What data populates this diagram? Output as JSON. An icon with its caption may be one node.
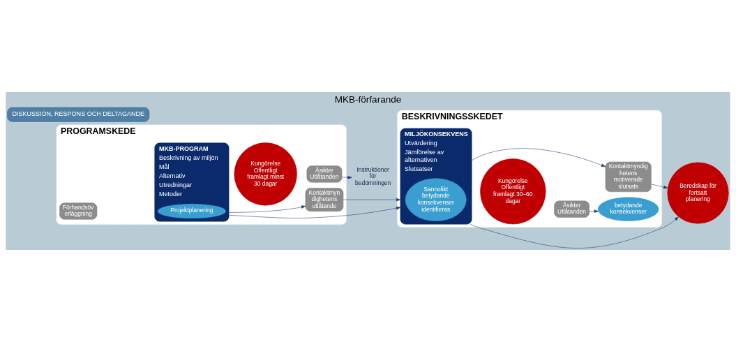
{
  "diagram": {
    "title": "MKB-förfarande",
    "nodes": [
      {
        "text": [
          "PROGRAMSKEDE"
        ]
      },
      {
        "text": [
          "Förhandsöv erläggning"
        ],
        "in": 0
      },
      {
        "text": [
          "MKB-PROGRAM",
          "Beskrivning av miljön",
          "Mål",
          "Alternativ",
          "Utredningar",
          "Metoder"
        ],
        "in": 0
      },
      {
        "text": [
          "Projektplanering"
        ],
        "in": 2
      },
      {
        "text": [
          "Kungörelse Offentligt framlagt minst 30 dagar"
        ],
        "in": 0
      },
      {
        "text": [
          "Kontaktmyn dighetens utlåtande"
        ],
        "in": 0
      },
      {
        "text": [
          "Åsikter Utlåtanden"
        ],
        "in": 0
      },
      {
        "text": [
          "Instruktioner för bedömningen"
        ]
      },
      {
        "text": [
          "BESKRIVNINGSSKEDET"
        ]
      },
      {
        "text": [
          "MILJÖKONSEKVENS",
          "Utvärdering",
          "Jämförelse av alternativen",
          "Slutsatser"
        ],
        "in": 8
      },
      {
        "text": [
          "Sannolikt betydande konsekvenser identifieras"
        ],
        "in": 9
      },
      {
        "text": [
          "Kungörelse Offentligt framlagt 30–60 dagar"
        ],
        "in": 8
      },
      {
        "text": [
          "Kontaktmyndig hetens motiverade slutsats"
        ],
        "in": 8
      },
      {
        "text": [
          "Åsikter Utlåtanden"
        ],
        "in": 8
      },
      {
        "text": [
          "betydande konsekvenser"
        ],
        "in": 8
      },
      {
        "text": [
          "Beredskap för fortsatt planering"
        ]
      },
      {
        "text": [
          "DISKUSSION, RESPONS OCH DELTAGANDE"
        ]
      }
    ],
    "edges": [
      {
        "from": 2,
        "to": 5,
        "arrow": "to"
      },
      {
        "from": 6,
        "to": 7,
        "arrow": "to"
      },
      {
        "from": 5,
        "to": 9,
        "arrow": "to"
      },
      {
        "from": 2,
        "to": 9,
        "arrow": "to"
      },
      {
        "from": 9,
        "to": 12,
        "arrow": "to"
      },
      {
        "from": 13,
        "to": 14,
        "arrow": "to"
      },
      {
        "from": 12,
        "to": 15,
        "arrow": "to"
      },
      {
        "from": 9,
        "to": 15,
        "arrow": "to"
      }
    ]
  }
}
